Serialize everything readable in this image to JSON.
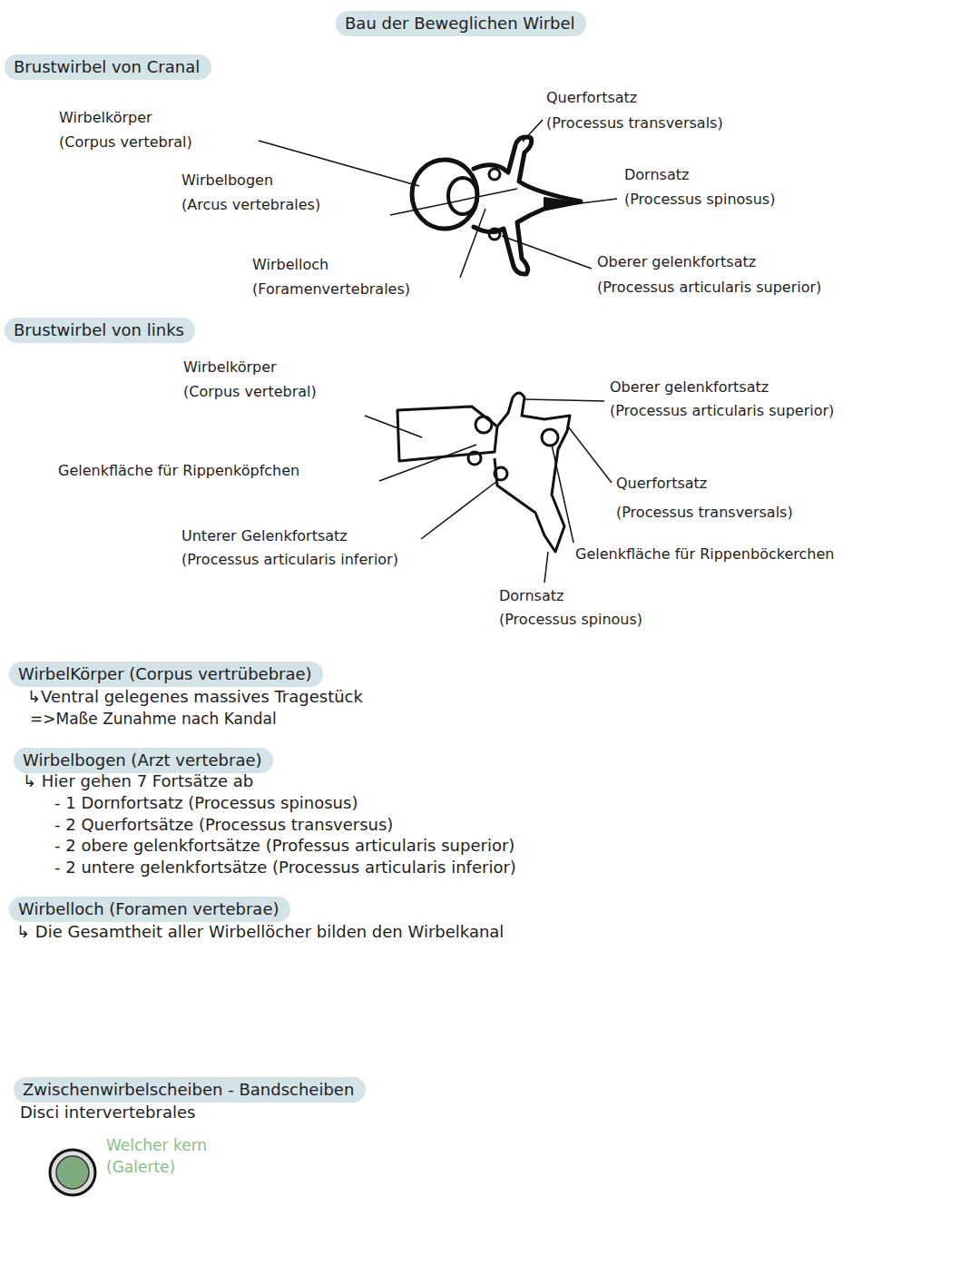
{
  "diagram": {
    "title": "Bau der Beweglichen Wirbel",
    "nodes": [
      {
        "text": [
          "Brustwirbel von Cranal"
        ]
      },
      {
        "text": [
          "Brustwirbel von links"
        ]
      },
      {
        "text": [
          "WirbelKörper (Corpus vertrübebrae)"
        ]
      },
      {
        "text": [
          "Wirbelbogen (Arzt vertebrae)"
        ]
      },
      {
        "text": [
          "Wirbelloch (Foramen vertebrae)"
        ]
      },
      {
        "text": [
          "Zwischenwirbelscheiben - Bandscheiben"
        ]
      }
    ],
    "labels": [
      "Wirbelkörper",
      "(Corpus vertebral)",
      "Wirbelbogen",
      "(Arcus vertebrales)",
      "Wirbelloch",
      "(Foramenvertebrales)",
      "Querfortsatz",
      "(Processus transversals)",
      "Dornsatz",
      "(Processus spinosus)",
      "Oberer gelenkfortsatz",
      "(Processus articularis superior)",
      "Wirbelkörper",
      "(Corpus vertebral)",
      "Oberer gelenkfortsatz",
      "(Processus articularis superior)",
      "Gelenkfläche für Rippenköpfchen",
      "Querfortsatz",
      "(Processus transversals)",
      "Unterer Gelenkfortsatz",
      "(Processus articularis inferior)",
      "Gelenkfläche für Rippenböckerchen",
      "Dornsatz",
      "(Processus spinous)",
      "↳Ventral gelegenes massives Tragestück",
      "=>Maße Zunahme nach Kandal",
      "↳ Hier gehen 7 Fortsätze ab",
      "- 1 Dornfortsatz (Processus spinosus)",
      "- 2 Querfortsätze (Processus transversus)",
      "- 2 obere gelenkfortsätze (Professus articularis superior)",
      "- 2 untere gelenkfortsätze (Processus articularis inferior)",
      "↳ Die Gesamtheit aller Wirbellöcher bilden den Wirbelkanal",
      "Disci intervertebrales",
      "Welcher kern",
      "(Galerte)"
    ]
  }
}
